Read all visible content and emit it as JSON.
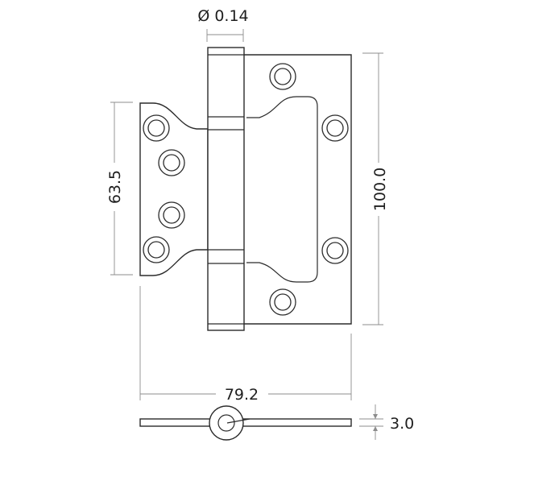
{
  "dimensions": {
    "pin_diameter": "Ø 0.14",
    "height": "100.0",
    "leaf_height": "63.5",
    "width": "79.2",
    "thickness": "3.0"
  }
}
